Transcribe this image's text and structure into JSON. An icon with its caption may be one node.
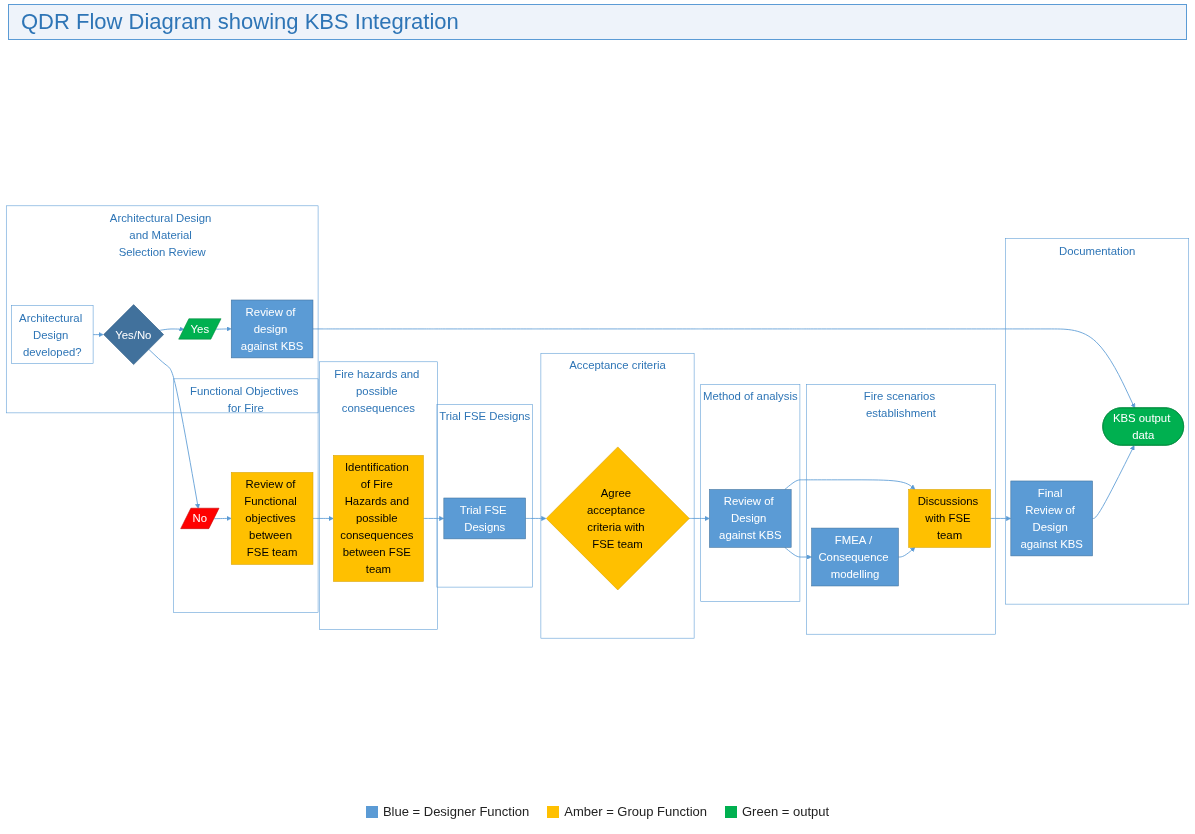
{
  "diagram": {
    "title": "QDR Flow Diagram showing KBS Integration",
    "nodes": [
      {
        "text": [
          "Architectural Design and Material Selection Review"
        ]
      },
      {
        "text": [
          "Architectural Design developed?"
        ],
        "in": 0
      },
      {
        "text": [
          "Yes/No"
        ],
        "in": 0
      },
      {
        "text": [
          "Yes"
        ],
        "in": 0
      },
      {
        "text": [
          "Review of design against KBS"
        ],
        "in": 0
      },
      {
        "text": [
          "Functional Objectives for Fire"
        ]
      },
      {
        "text": [
          "No"
        ],
        "in": 5
      },
      {
        "text": [
          "Review of Functional objectives between FSE team"
        ],
        "in": 5
      },
      {
        "text": [
          "Fire hazards and possible consequences"
        ]
      },
      {
        "text": [
          "Identification of Fire Hazards and possible consequences between FSE team"
        ],
        "in": 8
      },
      {
        "text": [
          "Trial FSE Designs"
        ]
      },
      {
        "text": [
          "Trial FSE Designs"
        ],
        "in": 10
      },
      {
        "text": [
          "Acceptance criteria"
        ]
      },
      {
        "text": [
          "Agree acceptance criteria with FSE team"
        ],
        "in": 12
      },
      {
        "text": [
          "Method of analysis"
        ]
      },
      {
        "text": [
          "Review of Design against KBS"
        ],
        "in": 14
      },
      {
        "text": [
          "Fire scenarios establishment"
        ]
      },
      {
        "text": [
          "FMEA / Consequence modelling"
        ],
        "in": 16
      },
      {
        "text": [
          "Discussions with FSE team"
        ],
        "in": 16
      },
      {
        "text": [
          "Documentation"
        ]
      },
      {
        "text": [
          "Final Review of Design against KBS"
        ],
        "in": 19
      },
      {
        "text": [
          "KBS output data"
        ],
        "in": 19
      }
    ],
    "edges": [
      {
        "from": 1,
        "to": 2,
        "arrow": "to"
      },
      {
        "from": 2,
        "to": 6,
        "arrow": "to"
      },
      {
        "from": 2,
        "to": 3,
        "arrow": "to"
      },
      {
        "from": 3,
        "to": 4,
        "arrow": "to"
      },
      {
        "from": 4,
        "to": 21,
        "arrow": "to"
      },
      {
        "from": 6,
        "to": 7,
        "arrow": "to"
      },
      {
        "from": 7,
        "to": 9,
        "arrow": "to"
      },
      {
        "from": 9,
        "to": 11,
        "arrow": "to"
      },
      {
        "from": 11,
        "to": 13,
        "arrow": "to"
      },
      {
        "from": 13,
        "to": 15,
        "arrow": "to"
      },
      {
        "from": 15,
        "to": 17,
        "arrow": "to"
      },
      {
        "from": 15,
        "to": 18,
        "arrow": "to"
      },
      {
        "from": 17,
        "to": 18,
        "arrow": "to"
      },
      {
        "from": 18,
        "to": 20,
        "arrow": "to"
      },
      {
        "from": 20,
        "to": 21,
        "arrow": "to"
      }
    ],
    "legend": [
      {
        "text": "Blue = Designer Function",
        "color": "#5b9bd5"
      },
      {
        "text": "Amber = Group Function",
        "color": "#ffc000"
      },
      {
        "text": "Green = output",
        "color": "#00b050"
      }
    ]
  }
}
